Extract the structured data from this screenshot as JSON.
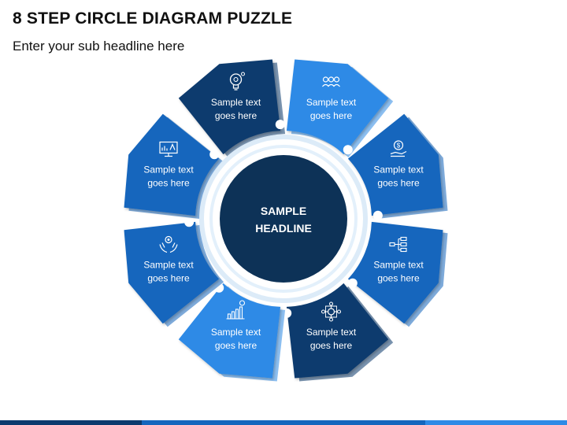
{
  "header": {
    "title": "8 STEP CIRCLE DIAGRAM PUZZLE",
    "subtitle": "Enter your sub headline here"
  },
  "center": {
    "line1": "SAMPLE",
    "line2": "HEADLINE"
  },
  "steps": [
    {
      "line1": "Sample text",
      "line2": "goes here",
      "icon": "lightbulb-gear-icon",
      "color": "#0b3a6e"
    },
    {
      "line1": "Sample text",
      "line2": "goes here",
      "icon": "team-group-icon",
      "color": "#2e8ae6"
    },
    {
      "line1": "Sample text",
      "line2": "goes here",
      "icon": "dollar-hand-icon",
      "color": "#1466bd"
    },
    {
      "line1": "Sample text",
      "line2": "goes here",
      "icon": "flowchart-icon",
      "color": "#1466bd"
    },
    {
      "line1": "Sample text",
      "line2": "goes here",
      "icon": "network-user-icon",
      "color": "#0b3a6e"
    },
    {
      "line1": "Sample text",
      "line2": "goes here",
      "icon": "growth-chart-icon",
      "color": "#2e8ae6"
    },
    {
      "line1": "Sample text",
      "line2": "goes here",
      "icon": "hands-gears-icon",
      "color": "#1466bd"
    },
    {
      "line1": "Sample text",
      "line2": "goes here",
      "icon": "monitor-analytics-icon",
      "color": "#1466bd"
    }
  ],
  "colors": {
    "dark_navy": "#0b3a6e",
    "mid_blue": "#1466bd",
    "light_blue": "#2e8ae6",
    "center_fill": "#0d3257",
    "ring": "#d6e9f8"
  }
}
